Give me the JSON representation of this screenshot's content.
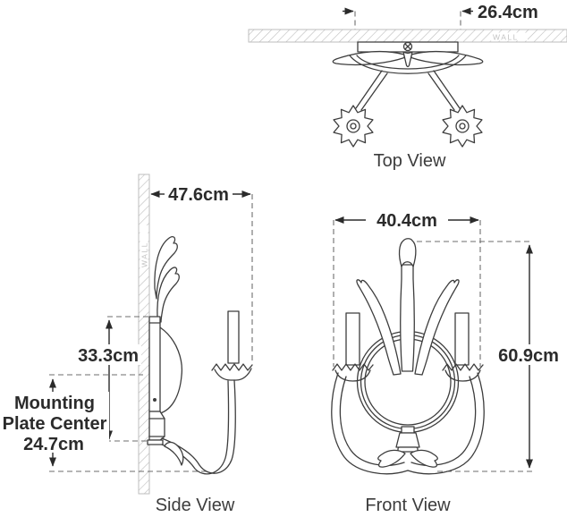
{
  "wall_label": "WALL",
  "views": {
    "top": {
      "label": "Top View",
      "width": "26.4cm"
    },
    "side": {
      "label": "Side View",
      "depth": "47.6cm",
      "backplate_height": "33.3cm",
      "mount_line1": "Mounting",
      "mount_line2": "Plate Center",
      "mount_line3": "24.7cm"
    },
    "front": {
      "label": "Front View",
      "width": "40.4cm",
      "height": "60.9cm"
    }
  },
  "colors": {
    "line": "#3d3d3d",
    "dimension_text": "#2b2b2b",
    "dashed": "#6e6e6e",
    "wall_hatch": "#bcbcbc",
    "wall_text": "#c3c3c3",
    "background": "#ffffff"
  }
}
